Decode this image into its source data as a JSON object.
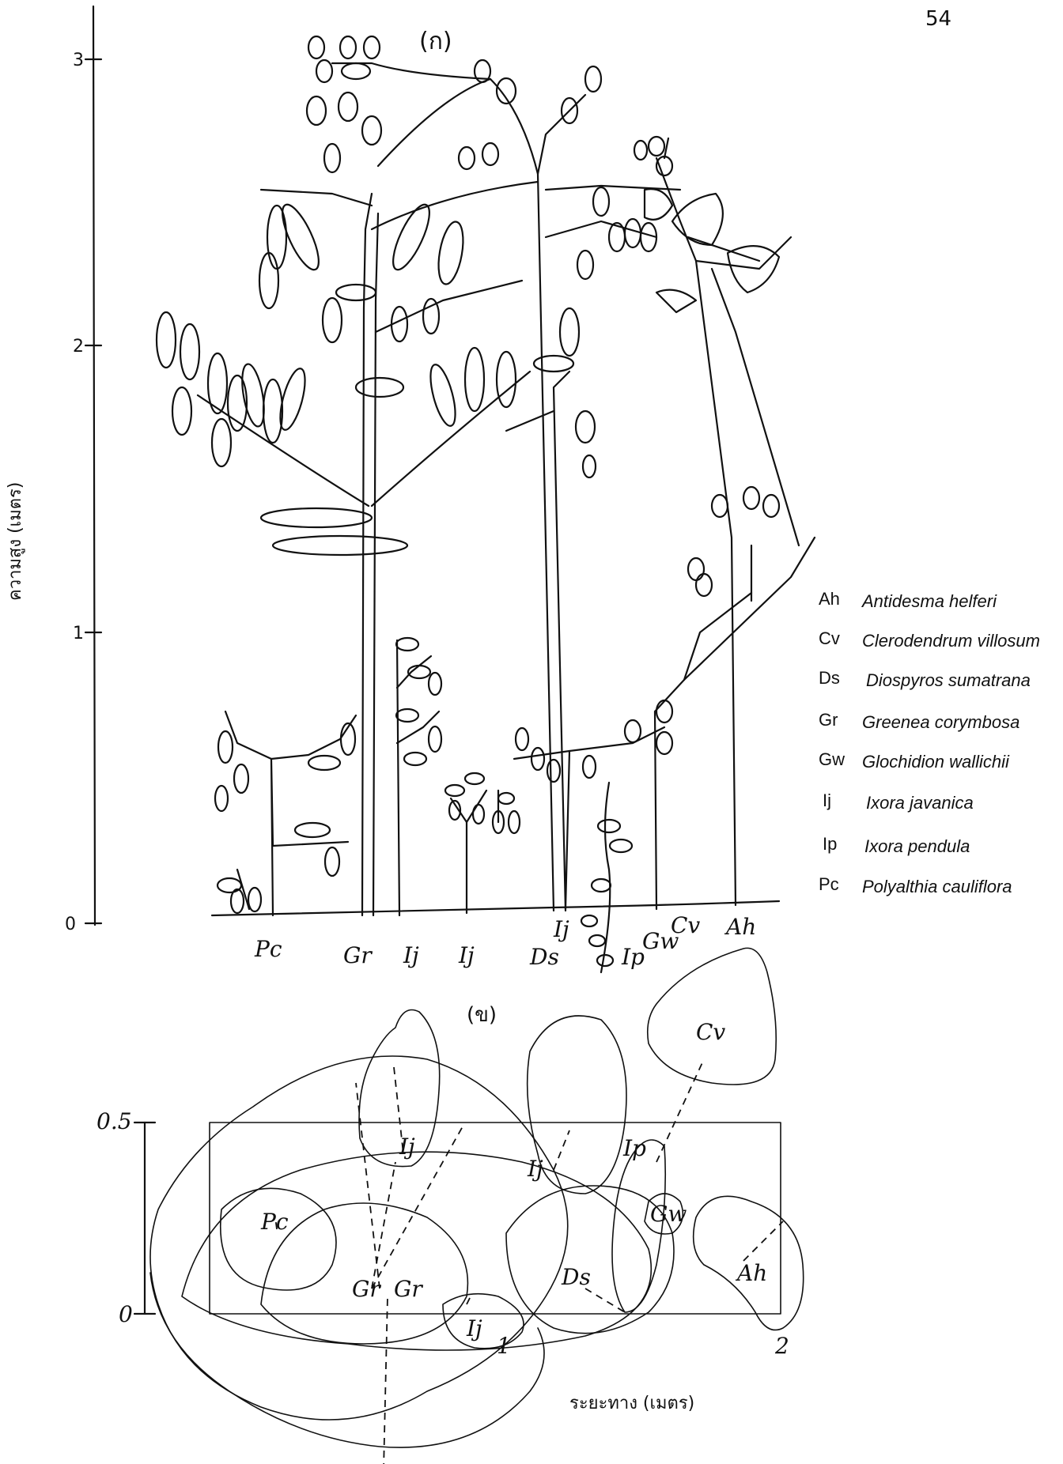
{
  "page_number": "54",
  "panel_a": {
    "label": "(ก)",
    "y_axis_label": "ความสูง (เมตร)",
    "y_ticks": [
      "0",
      "1",
      "2",
      "3"
    ],
    "plant_labels": [
      "Pc",
      "Gr",
      "Ij",
      "Ij",
      "Ds",
      "Ij",
      "Ip",
      "Gw",
      "Cv",
      "Ah"
    ]
  },
  "legend": [
    {
      "code": "Ah",
      "name": "Antidesma helferi"
    },
    {
      "code": "Cv",
      "name": "Clerodendrum villosum"
    },
    {
      "code": "Ds",
      "name": "Diospyros sumatrana"
    },
    {
      "code": "Gr",
      "name": "Greenea corymbosa"
    },
    {
      "code": "Gw",
      "name": "Glochidion wallichii"
    },
    {
      "code": "Ij",
      "name": "Ixora javanica"
    },
    {
      "code": "Ip",
      "name": "Ixora pendula"
    },
    {
      "code": "Pc",
      "name": "Polyalthia cauliflora"
    }
  ],
  "panel_b": {
    "label": "(ข)",
    "x_axis_label": "ระยะทาง (เมตร)",
    "y_ticks": [
      "0",
      "0.5"
    ],
    "x_ticks": [
      "1",
      "2"
    ],
    "crown_labels": [
      "Cv",
      "Ij",
      "Ij",
      "Ip",
      "Gw",
      "Pc",
      "Gr",
      "Gr",
      "Ds",
      "Ij",
      "Ah"
    ]
  }
}
